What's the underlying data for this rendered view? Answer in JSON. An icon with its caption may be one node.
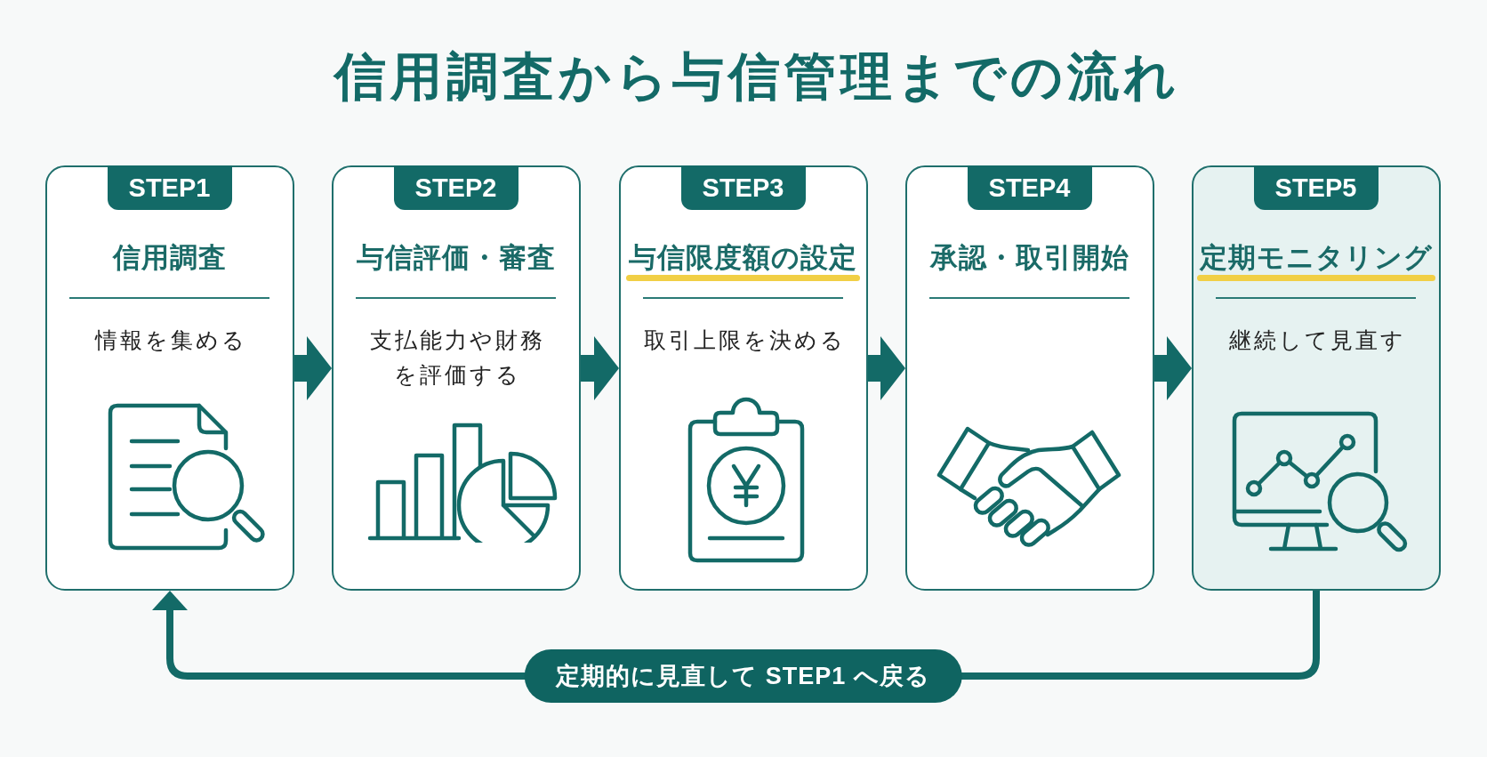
{
  "diagram": {
    "title": "信用調査から与信管理までの流れ",
    "nodes": [
      {
        "text": [
          "STEP1",
          "信用調査",
          "情報を集める"
        ]
      },
      {
        "text": [
          "STEP2",
          "与信評価・審査",
          "支払能力や財務を評価する"
        ]
      },
      {
        "text": [
          "STEP3",
          "与信限度額の設定",
          "取引上限を決める"
        ]
      },
      {
        "text": [
          "STEP4",
          "承認・取引開始"
        ]
      },
      {
        "text": [
          "STEP5",
          "定期モニタリング",
          "継続して見直す"
        ]
      }
    ],
    "edges": [
      {
        "from": 0,
        "to": 1,
        "arrow": "to",
        "style": "thick"
      },
      {
        "from": 1,
        "to": 2,
        "arrow": "to",
        "style": "thick"
      },
      {
        "from": 2,
        "to": 3,
        "arrow": "to",
        "style": "thick"
      },
      {
        "from": 3,
        "to": 4,
        "arrow": "to",
        "style": "thick"
      },
      {
        "from": 4,
        "to": 0,
        "arrow": "to",
        "label": "定期的に見直して STEP1 へ戻る"
      }
    ]
  }
}
